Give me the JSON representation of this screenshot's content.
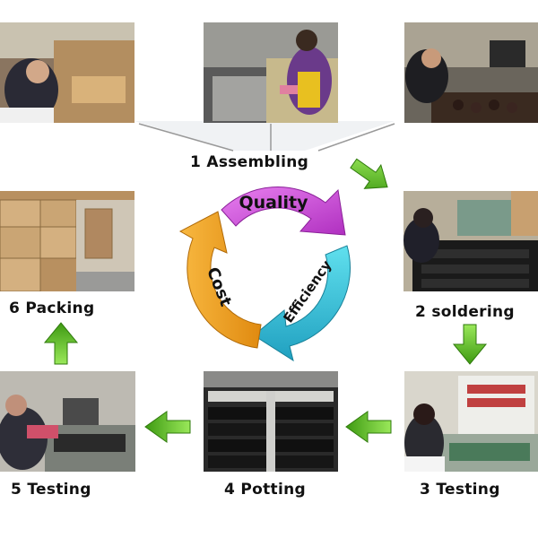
{
  "steps": [
    {
      "number": "1",
      "name": "Assembling"
    },
    {
      "number": "2",
      "name": "soldering"
    },
    {
      "number": "3",
      "name": "Testing"
    },
    {
      "number": "4",
      "name": "Potting"
    },
    {
      "number": "5",
      "name": "Testing"
    },
    {
      "number": "6",
      "name": "Packing"
    }
  ],
  "cycle": {
    "segments": [
      {
        "name": "Quality",
        "color": "#d64ee0"
      },
      {
        "name": "Efficiency",
        "color": "#36c4d8"
      },
      {
        "name": "Cost",
        "color": "#f5a623"
      }
    ]
  },
  "colors": {
    "arrow_green": "#6ccf2a",
    "arrow_green_dark": "#3e9a12"
  }
}
